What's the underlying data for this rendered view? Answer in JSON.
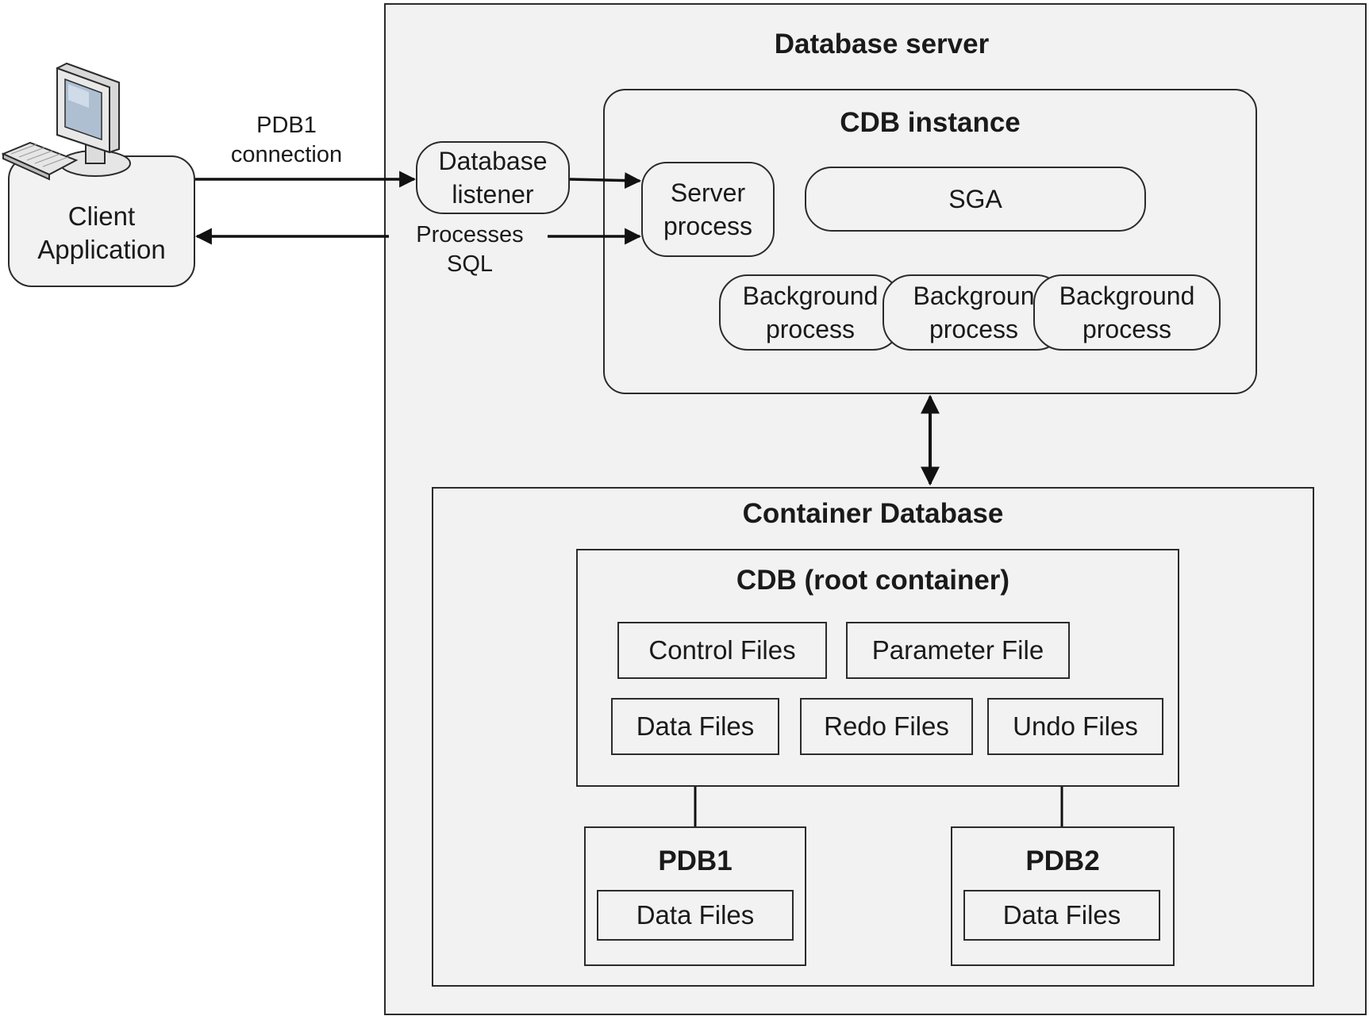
{
  "client": {
    "label": "Client\nApplication",
    "icon": "computer-icon"
  },
  "connection_label": "PDB1\nconnection",
  "processes_label": "Processes\nSQL",
  "server": {
    "title": "Database server",
    "listener": "Database\nlistener",
    "instance": {
      "title": "CDB instance",
      "server_process": "Server\nprocess",
      "sga": "SGA",
      "background_processes": [
        "Background\nprocess",
        "Backgroun\nprocess",
        "Background\nprocess"
      ]
    },
    "container_db": {
      "title": "Container Database",
      "root": {
        "title": "CDB (root container)",
        "control_files": "Control Files",
        "parameter_file": "Parameter File",
        "data_files": "Data Files",
        "redo_files": "Redo Files",
        "undo_files": "Undo Files"
      },
      "pdbs": [
        {
          "title": "PDB1",
          "data_files": "Data Files"
        },
        {
          "title": "PDB2",
          "data_files": "Data Files"
        }
      ]
    }
  }
}
